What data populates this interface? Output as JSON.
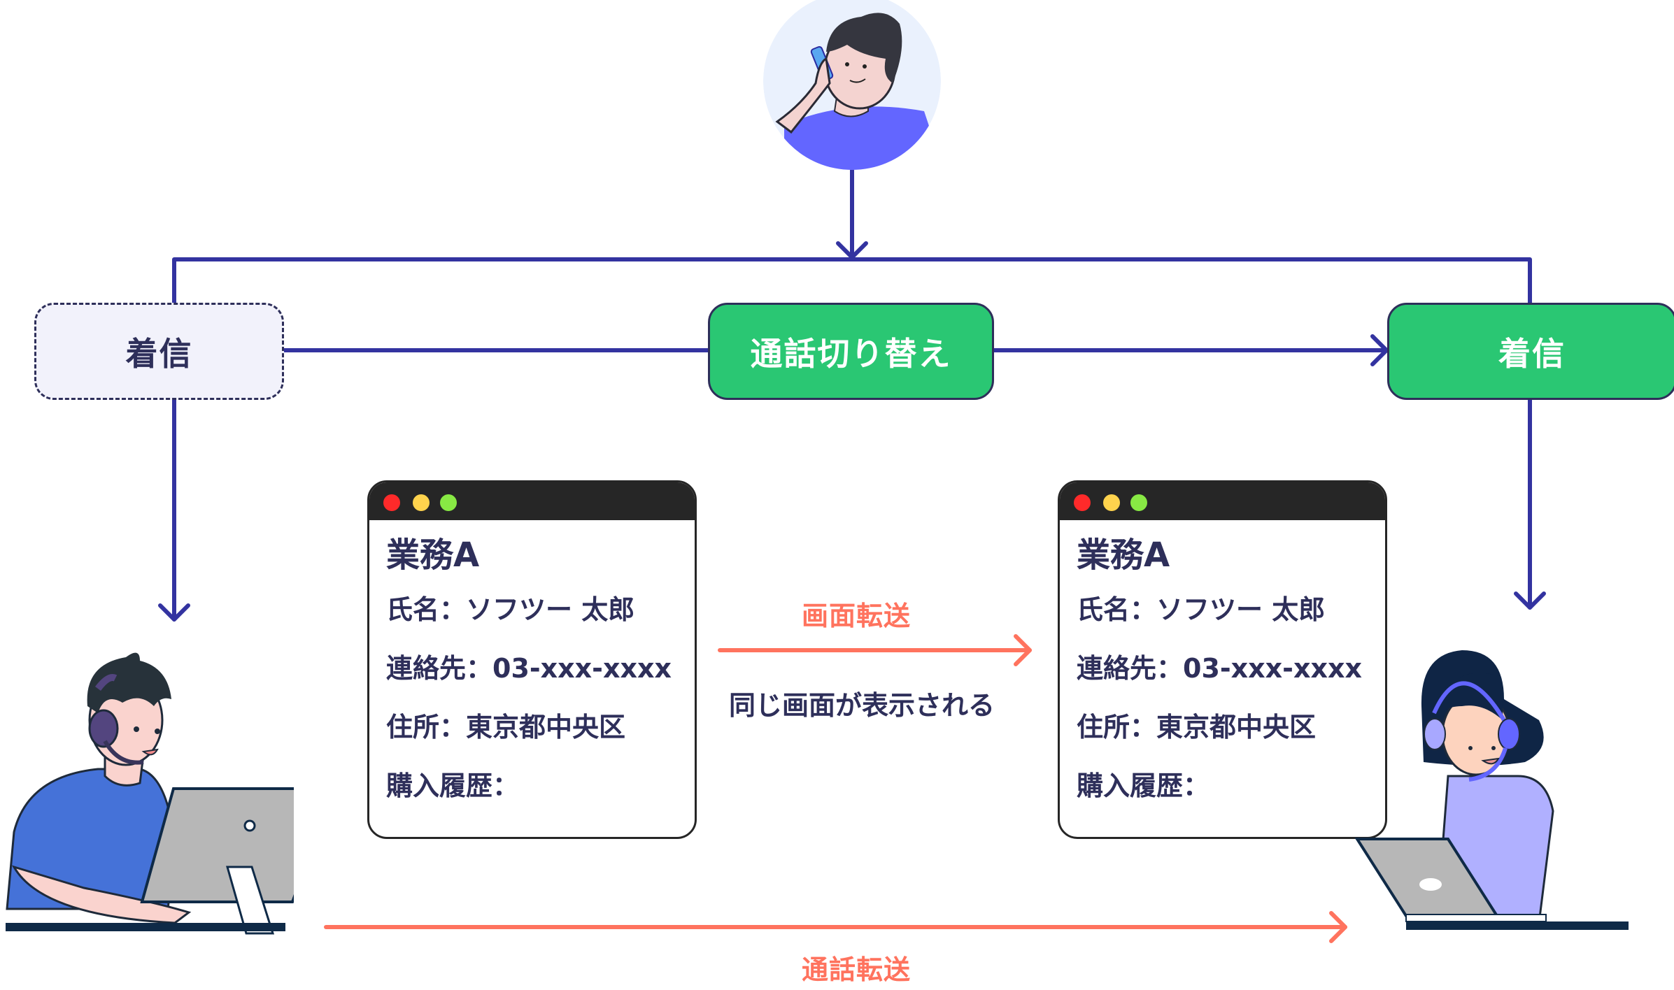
{
  "caller": {
    "icon": "caller-on-phone-illustration"
  },
  "nodes": {
    "left_incoming": "着信",
    "switch_call": "通話切り替え",
    "right_incoming": "着信"
  },
  "screen_transfer": {
    "label": "画面転送",
    "caption": "同じ画面が表示される"
  },
  "call_transfer": {
    "label": "通話転送"
  },
  "windows": [
    {
      "title": "業務A",
      "rows": [
        "氏名：ソフツー 太郎",
        "連絡先：03-xxx-xxxx",
        "住所：東京都中央区",
        "購入履歴："
      ]
    },
    {
      "title": "業務A",
      "rows": [
        "氏名：ソフツー 太郎",
        "連絡先：03-xxx-xxxx",
        "住所：東京都中央区",
        "購入履歴："
      ]
    }
  ],
  "agents": [
    {
      "icon": "male-operator-at-desktop-illustration"
    },
    {
      "icon": "female-operator-at-laptop-illustration"
    }
  ],
  "colors": {
    "flow_line": "#3333A0",
    "transfer_arrow": "#FF735E",
    "node_green": "#2AC773",
    "node_dashed_bg": "#F2F2FB",
    "text_dark": "#2E2F5A",
    "window_bar": "#262626",
    "dot_red": "#FF2A2A",
    "dot_yellow": "#FFD34D",
    "dot_green": "#88E944"
  }
}
